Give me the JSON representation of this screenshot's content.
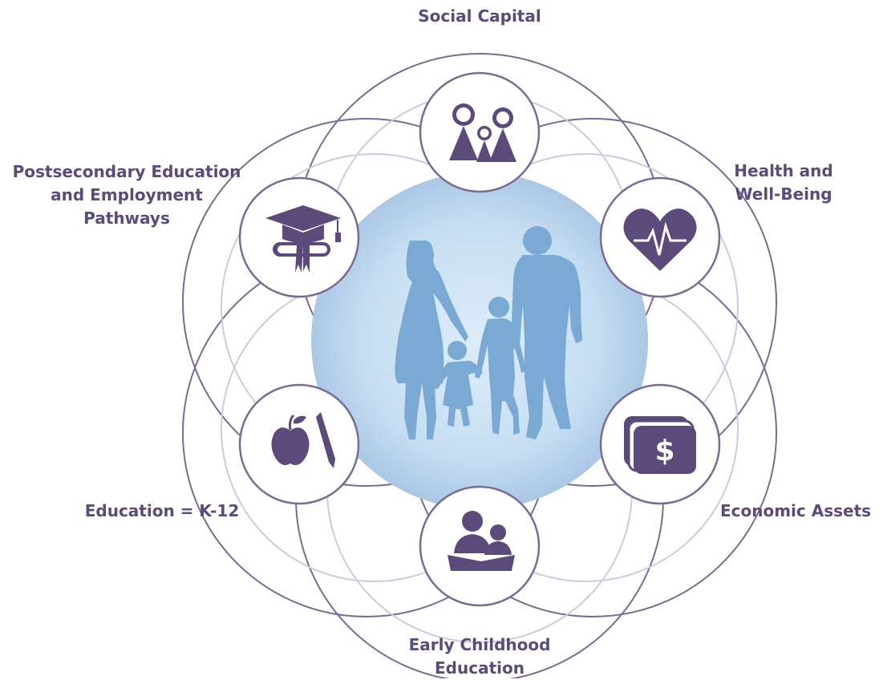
{
  "colors": {
    "accent": "#5c4a7a",
    "ring_stroke": "#7a6b94",
    "inner_stroke": "#c9cbe0",
    "center_glow": "#c5def1",
    "family_silhouette": "#7aa9d4"
  },
  "center": {
    "icon": "family-silhouette-icon"
  },
  "nodes": {
    "social_capital": {
      "label": "Social Capital",
      "icon": "family-figures-icon"
    },
    "health": {
      "line1": "Health and",
      "line2": "Well-Being",
      "icon": "heart-pulse-icon"
    },
    "economic": {
      "label": "Economic Assets",
      "icon": "dollar-money-icon"
    },
    "early_childhood": {
      "line1": "Early Childhood",
      "line2": "Education",
      "icon": "reading-together-icon"
    },
    "k12": {
      "label": "Education = K-12",
      "icon": "apple-pencil-icon"
    },
    "postsecondary": {
      "line1": "Postsecondary Education",
      "line2": "and Employment",
      "line3": "Pathways",
      "icon": "graduation-cap-diploma-icon"
    }
  }
}
